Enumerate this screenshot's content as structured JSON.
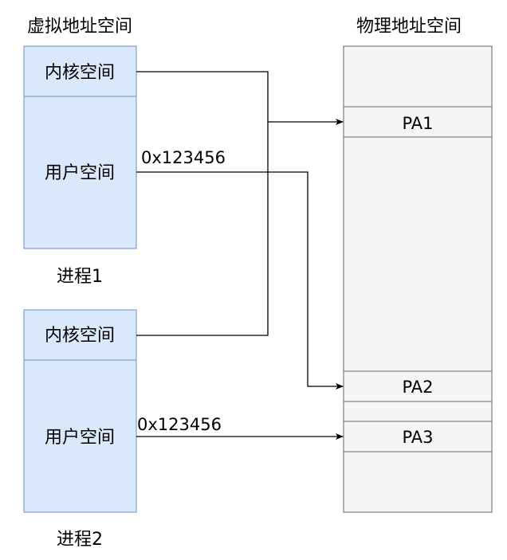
{
  "virtual_space_title": "虚拟地址空间",
  "physical_space_title": "物理地址空间",
  "processes": [
    {
      "name": "进程1",
      "kernel_label": "内核空间",
      "user_label": "用户空间",
      "user_address": "0x123456"
    },
    {
      "name": "进程2",
      "kernel_label": "内核空间",
      "user_label": "用户空间",
      "user_address": "0x123456"
    }
  ],
  "physical_pages": [
    "PA1",
    "PA2",
    "PA3"
  ],
  "colors": {
    "virtual_fill": "#dae8fc",
    "virtual_stroke": "#6c8ebf",
    "physical_fill": "#f5f5f5",
    "physical_stroke": "#666666",
    "line": "#000000"
  }
}
